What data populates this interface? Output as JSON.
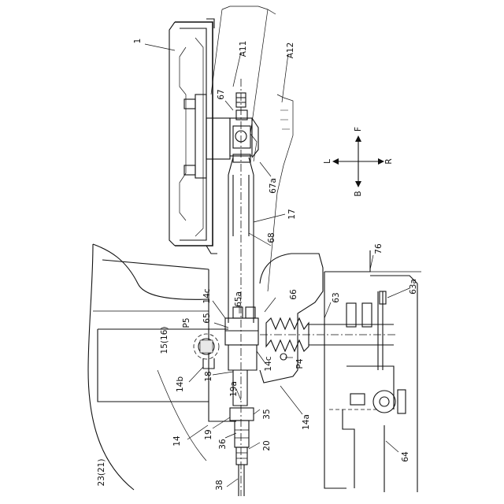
{
  "diagram": {
    "direction_rose": {
      "up": "F",
      "down": "B",
      "left": "L",
      "right": "R"
    },
    "callouts": {
      "c1": "1",
      "a11": "A11",
      "a12": "A12",
      "c67": "67",
      "c67a": "67a",
      "c17": "17",
      "c68": "68",
      "c76": "76",
      "c14c_top": "14c",
      "c65a": "65a",
      "c66": "66",
      "c63": "63",
      "c63a": "63a",
      "c65": "65",
      "p5": "P5",
      "c15": "15(16)",
      "c14c_mid": "14c",
      "p4": "P4",
      "c14b": "14b",
      "c18": "18",
      "c19a": "19a",
      "c35": "35",
      "c14a": "14a",
      "c14": "14",
      "c19": "19",
      "c36": "36",
      "c20": "20",
      "c64": "64",
      "c23": "23(21)",
      "c38": "38"
    }
  }
}
